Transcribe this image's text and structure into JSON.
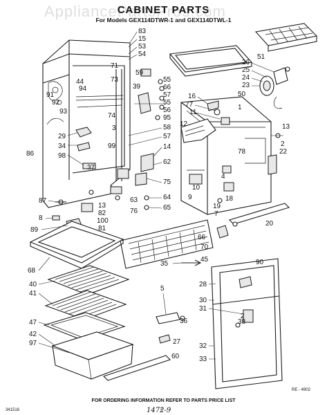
{
  "watermark": "AppliancePartsPros.com",
  "title": "CABINET PARTS",
  "subtitle": "For Models GEX114DTWR-1 and GEX114DTWL-1",
  "footer": "FOR ORDERING INFORMATION REFER TO PARTS PRICE LIST",
  "doc_number": "341516",
  "page_number": "2",
  "handwriting": "1472-9",
  "revision": "RE - 4902",
  "callouts": {
    "c83": "83",
    "c15": "15",
    "c53": "53",
    "c54": "54",
    "c71": "71",
    "c44": "44",
    "c94": "94",
    "c73": "73",
    "c91": "91",
    "c92": "92",
    "c93": "93",
    "c59": "59",
    "c55a": "55",
    "c66a": "66",
    "c39": "39",
    "c57a": "57",
    "c55b": "55",
    "c56": "56",
    "c95": "95",
    "c58": "58",
    "c57b": "57",
    "c74": "74",
    "c29": "29",
    "c34": "34",
    "c98": "98",
    "c3": "3",
    "c99": "99",
    "c86": "86",
    "c37": "37",
    "c14": "14",
    "c62": "62",
    "c75": "75",
    "c63": "63",
    "c76": "76",
    "c64": "64",
    "c65": "65",
    "c13a": "13",
    "c82": "82",
    "c100": "100",
    "c81": "81",
    "c87": "87",
    "c8": "8",
    "c89": "89",
    "c51": "51",
    "c26": "26",
    "c25": "25",
    "c24": "24",
    "c23": "23",
    "c50": "50",
    "c16": "16",
    "c77": "77",
    "c11": "11",
    "c1": "1",
    "c12": "12",
    "c13b": "13",
    "c2": "2",
    "c22": "22",
    "c78": "78",
    "c4": "4",
    "c10": "10",
    "c18": "18",
    "c9": "9",
    "c19": "19",
    "c7": "7",
    "c20": "20",
    "c66b": "66",
    "c70": "70",
    "c45": "45",
    "c35": "35",
    "c90": "90",
    "c28": "28",
    "c30": "30",
    "c31": "31",
    "c2b": "2",
    "c38": "38",
    "c32": "32",
    "c33": "33",
    "c68": "68",
    "c40": "40",
    "c41": "41",
    "c47": "47",
    "c42": "42",
    "c97": "97",
    "c5": "5",
    "c36": "36",
    "c27": "27",
    "c60": "60"
  }
}
